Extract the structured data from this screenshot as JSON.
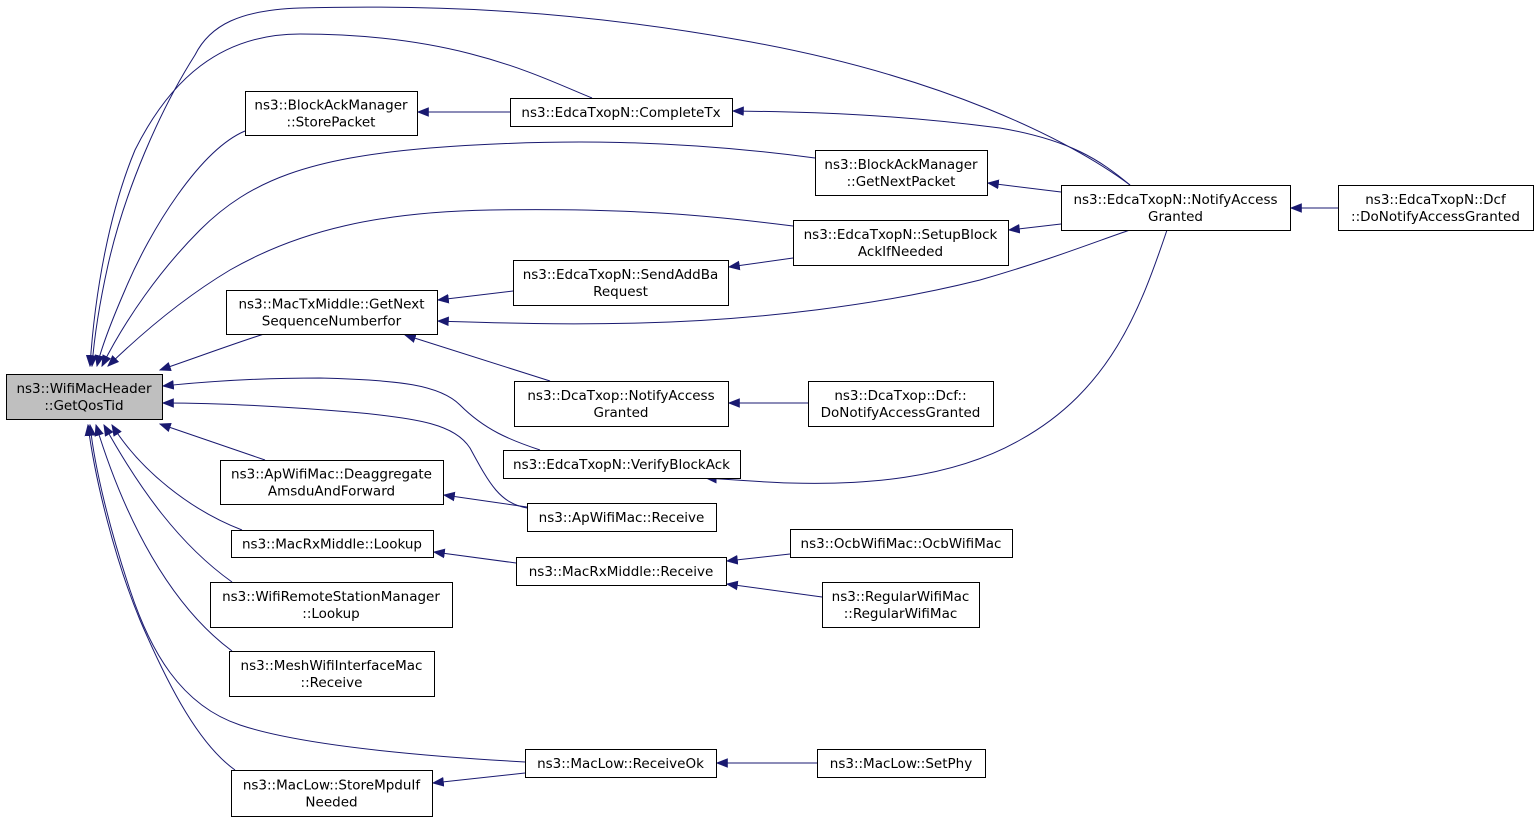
{
  "diagram": {
    "type": "call-graph",
    "edge_color": "#191970",
    "root_fill": "#bfbfbf",
    "nodes": [
      {
        "id": "root",
        "lines": [
          "ns3::WifiMacHeader",
          "::GetQosTid"
        ]
      },
      {
        "id": "bam_store",
        "lines": [
          "ns3::BlockAckManager",
          "::StorePacket"
        ]
      },
      {
        "id": "edca_complete",
        "lines": [
          "ns3::EdcaTxopN::CompleteTx"
        ]
      },
      {
        "id": "bam_getnext",
        "lines": [
          "ns3::BlockAckManager",
          "::GetNextPacket"
        ]
      },
      {
        "id": "edca_notify",
        "lines": [
          "ns3::EdcaTxopN::NotifyAccess",
          "Granted"
        ]
      },
      {
        "id": "edca_dcf",
        "lines": [
          "ns3::EdcaTxopN::Dcf",
          "::DoNotifyAccessGranted"
        ]
      },
      {
        "id": "edca_setup",
        "lines": [
          "ns3::EdcaTxopN::SetupBlock",
          "AckIfNeeded"
        ]
      },
      {
        "id": "edca_sendadd",
        "lines": [
          "ns3::EdcaTxopN::SendAddBa",
          "Request"
        ]
      },
      {
        "id": "mactx_getnext",
        "lines": [
          "ns3::MacTxMiddle::GetNext",
          "SequenceNumberfor"
        ]
      },
      {
        "id": "dca_notify",
        "lines": [
          "ns3::DcaTxop::NotifyAccess",
          "Granted"
        ]
      },
      {
        "id": "dca_dcf",
        "lines": [
          "ns3::DcaTxop::Dcf::",
          "DoNotifyAccessGranted"
        ]
      },
      {
        "id": "edca_verify",
        "lines": [
          "ns3::EdcaTxopN::VerifyBlockAck"
        ]
      },
      {
        "id": "ap_deagg",
        "lines": [
          "ns3::ApWifiMac::Deaggregate",
          "AmsduAndForward"
        ]
      },
      {
        "id": "ap_receive",
        "lines": [
          "ns3::ApWifiMac::Receive"
        ]
      },
      {
        "id": "macrx_lookup",
        "lines": [
          "ns3::MacRxMiddle::Lookup"
        ]
      },
      {
        "id": "macrx_receive",
        "lines": [
          "ns3::MacRxMiddle::Receive"
        ]
      },
      {
        "id": "ocb",
        "lines": [
          "ns3::OcbWifiMac::OcbWifiMac"
        ]
      },
      {
        "id": "regular",
        "lines": [
          "ns3::RegularWifiMac",
          "::RegularWifiMac"
        ]
      },
      {
        "id": "wrsm_lookup",
        "lines": [
          "ns3::WifiRemoteStationManager",
          "::Lookup"
        ]
      },
      {
        "id": "mesh_receive",
        "lines": [
          "ns3::MeshWifiInterfaceMac",
          "::Receive"
        ]
      },
      {
        "id": "maclow_receiveok",
        "lines": [
          "ns3::MacLow::ReceiveOk"
        ]
      },
      {
        "id": "maclow_setphy",
        "lines": [
          "ns3::MacLow::SetPhy"
        ]
      },
      {
        "id": "maclow_store",
        "lines": [
          "ns3::MacLow::StoreMpduIf",
          "Needed"
        ]
      }
    ]
  }
}
